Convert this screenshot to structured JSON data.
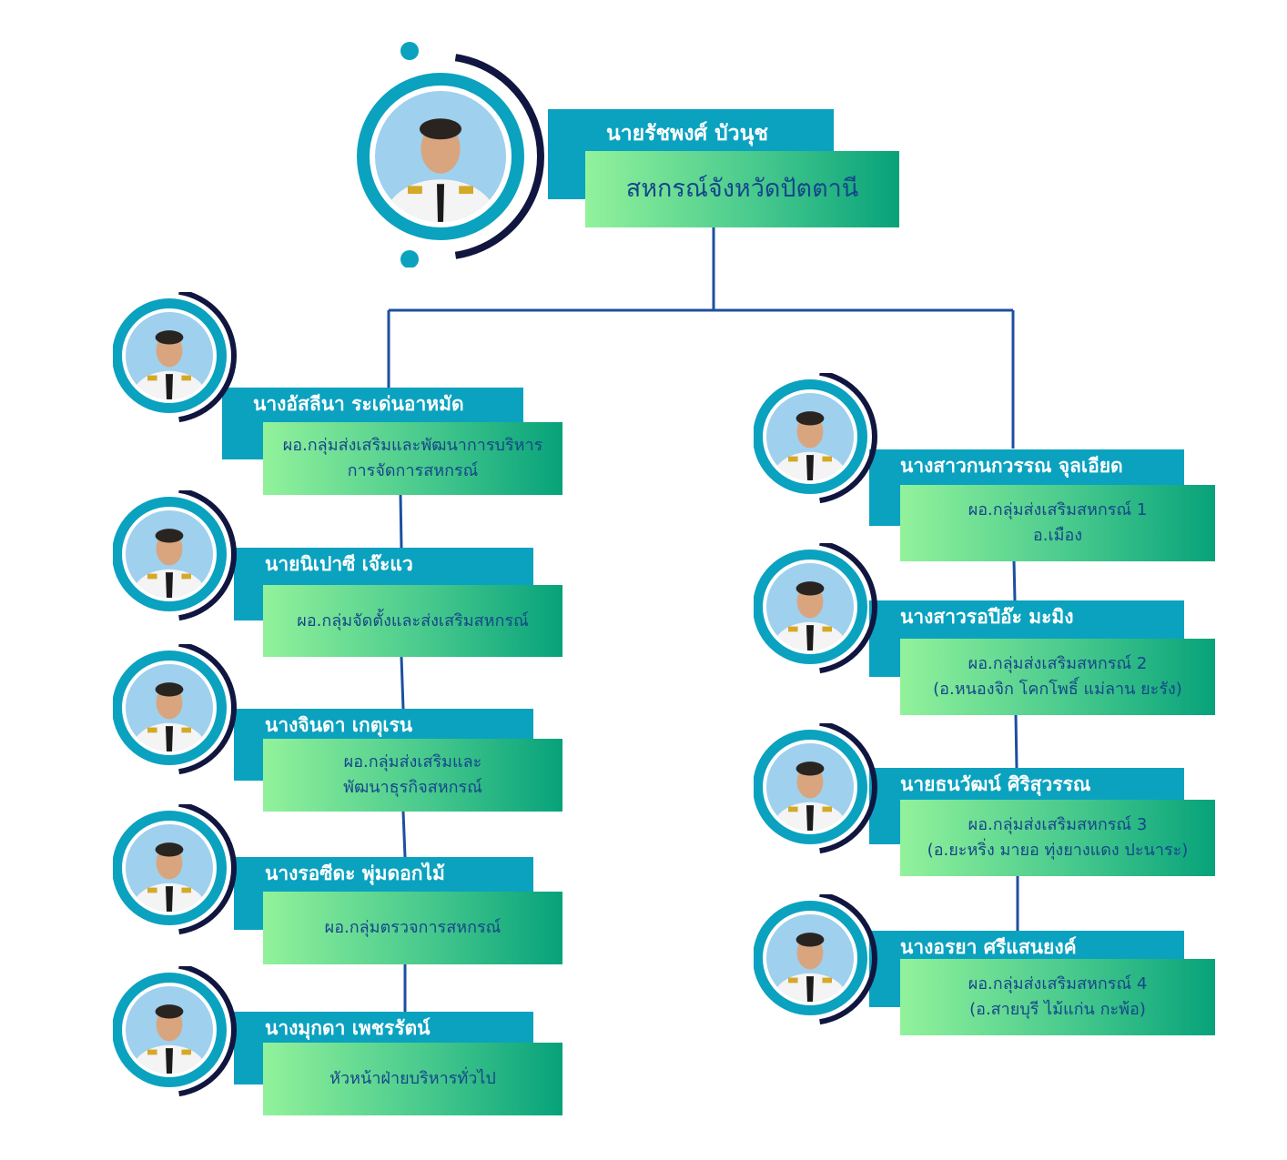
{
  "colors": {
    "cyan": "#0aa2bf",
    "navy": "#10163f",
    "line": "#1c4fa0",
    "text": "#15468a"
  },
  "head": {
    "name": "นายรัชพงศ์ บัวนุช",
    "role": [
      "สหกรณ์จังหวัดปัตตานี"
    ]
  },
  "left_column": [
    {
      "name": "นางอัสลีนา ระเด่นอาหมัด",
      "role": [
        "ผอ.กลุ่มส่งเสริมและพัฒนาการบริหาร",
        "การจัดการสหกรณ์"
      ]
    },
    {
      "name": "นายนิเปาซี เจ๊ะแว",
      "role": [
        "ผอ.กลุ่มจัดตั้งและส่งเสริมสหกรณ์"
      ]
    },
    {
      "name": "นางจินดา เกตุเรน",
      "role": [
        "ผอ.กลุ่มส่งเสริมและ",
        "พัฒนาธุรกิจสหกรณ์"
      ]
    },
    {
      "name": "นางรอซีดะ พุ่มดอกไม้",
      "role": [
        "ผอ.กลุ่มตรวจการสหกรณ์"
      ]
    },
    {
      "name": "นางมุกดา เพชรรัตน์",
      "role": [
        "หัวหน้าฝ่ายบริหารทั่วไป"
      ]
    }
  ],
  "right_column": [
    {
      "name": "นางสาวกนกวรรณ จุลเอียด",
      "role": [
        "ผอ.กลุ่มส่งเสริมสหกรณ์ 1",
        "อ.เมือง"
      ]
    },
    {
      "name": "นางสาวรอปีอ๊ะ มะมิง",
      "role": [
        "ผอ.กลุ่มส่งเสริมสหกรณ์ 2",
        "(อ.หนองจิก โคกโพธิ์ แม่ลาน ยะรัง)"
      ]
    },
    {
      "name": "นายธนวัฒน์ ศิริสุวรรณ",
      "role": [
        "ผอ.กลุ่มส่งเสริมสหกรณ์ 3",
        "(อ.ยะหริ่ง มายอ ทุ่งยางแดง ปะนาระ)"
      ]
    },
    {
      "name": "นางอรยา ศรีแสนยงค์",
      "role": [
        "ผอ.กลุ่มส่งเสริมสหกรณ์ 4",
        "(อ.สายบุรี ไม้แก่น กะพ้อ)"
      ]
    }
  ]
}
